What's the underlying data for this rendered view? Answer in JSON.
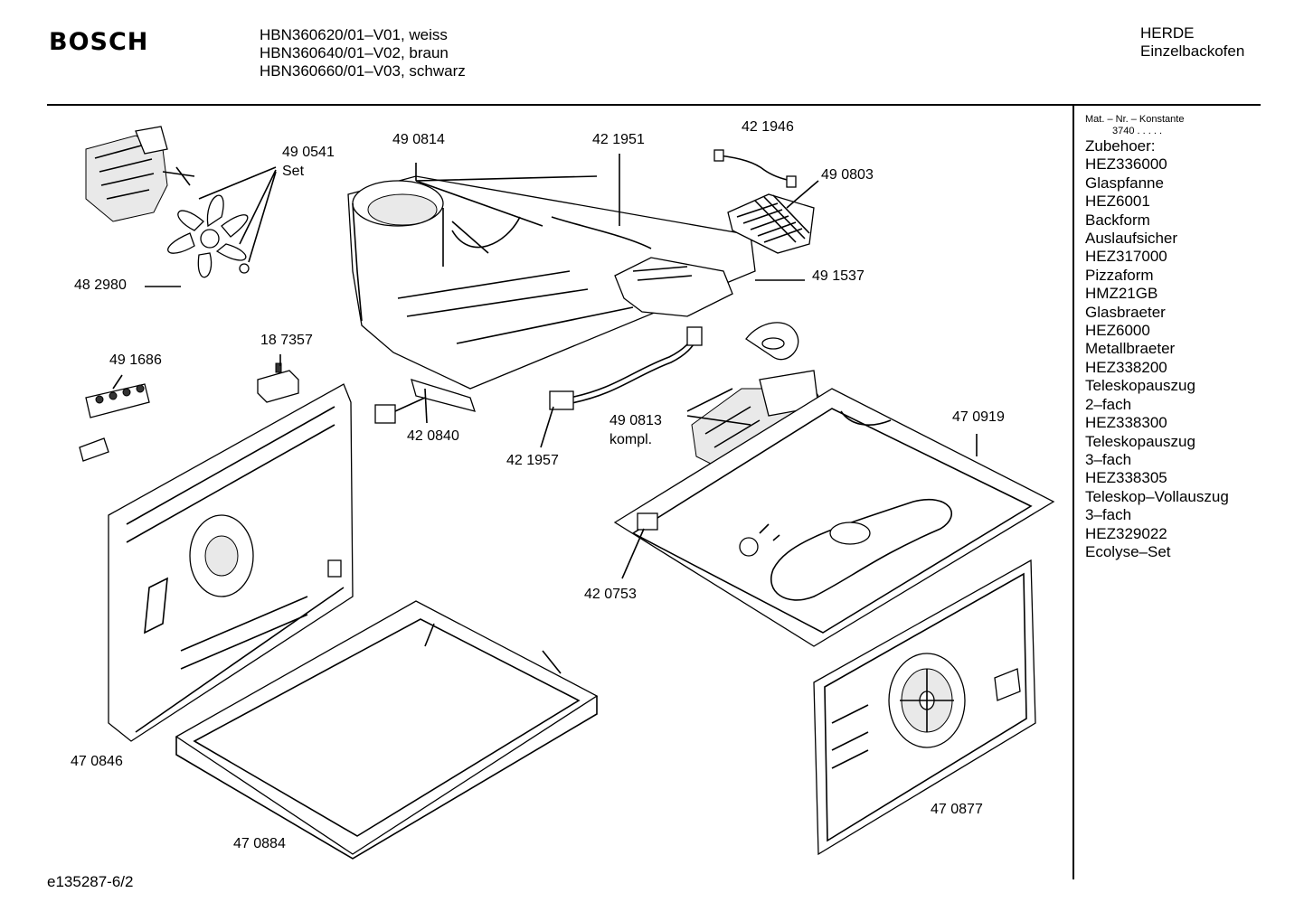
{
  "header": {
    "brand": "BOSCH",
    "models": [
      "HBN360620/01–V01, weiss",
      "HBN360640/01–V02, braun",
      "HBN360660/01–V03, schwarz"
    ],
    "category": "HERDE",
    "subcategory": "Einzelbackofen"
  },
  "sidebar": {
    "mat_label": "Mat. – Nr. – Konstante",
    "mat_value": "3740",
    "mat_dots": ". . . . .",
    "accessories": [
      "Zubehoer:",
      "HEZ336000",
      "Glaspfanne",
      "HEZ6001",
      "Backform",
      "Auslaufsicher",
      "HEZ317000",
      "Pizzaform",
      "HMZ21GB",
      "Glasbraeter",
      "HEZ6000",
      "Metallbraeter",
      "HEZ338200",
      "Teleskopauszug",
      "2–fach",
      "HEZ338300",
      "Teleskopauszug",
      "3–fach",
      "HEZ338305",
      "Teleskop–Vollauszug",
      "3–fach",
      "HEZ329022",
      "Ecolyse–Set"
    ]
  },
  "parts": {
    "p490541": "49 0541",
    "p490541_set": "Set",
    "p490814": "49 0814",
    "p421951": "42 1951",
    "p421946": "42 1946",
    "p490803": "49 0803",
    "p491537": "49 1537",
    "p482980": "48 2980",
    "p187357": "18 7357",
    "p491686": "49 1686",
    "p420840": "42 0840",
    "p421957": "42 1957",
    "p490813": "49 0813",
    "p490813_kompl": "kompl.",
    "p470919": "47 0919",
    "p420753": "42 0753",
    "p470846": "47 0846",
    "p470877": "47 0877",
    "p470884": "47 0884"
  },
  "footer": {
    "doc_id": "e135287-6/2"
  }
}
